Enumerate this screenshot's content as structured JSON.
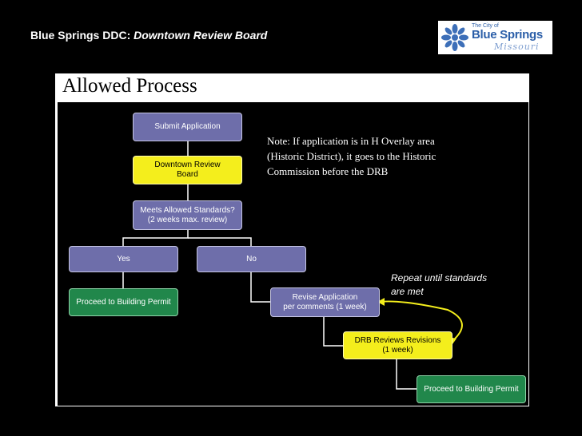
{
  "header": {
    "title_prefix": "Blue Springs DDC: ",
    "title_emphasis": "Downtown Review Board"
  },
  "logo": {
    "small_text": "The City of",
    "big_text": "Blue Springs",
    "script_text": "Missouri",
    "brand_color": "#2b5ea8"
  },
  "slide": {
    "title": "Allowed Process",
    "note": "Note: If application is in H Overlay area\n(Historic District), it goes to the Historic\nCommission before the DRB",
    "repeat_note": "Repeat until standards\nare met",
    "boxes": {
      "submit": "Submit Application",
      "drb": "Downtown Review\nBoard",
      "meets": "Meets Allowed Standards?\n(2 weeks max. review)",
      "yes": "Yes",
      "no": "No",
      "proceed1": "Proceed to Building Permit",
      "revise": "Revise Application\nper comments (1 week)",
      "drb_reviews": "DRB Reviews Revisions\n(1 week)",
      "proceed2": "Proceed to Building Permit"
    }
  },
  "colors": {
    "purple": "#6e6eaa",
    "yellow": "#f4ee1c",
    "green": "#21874b"
  }
}
